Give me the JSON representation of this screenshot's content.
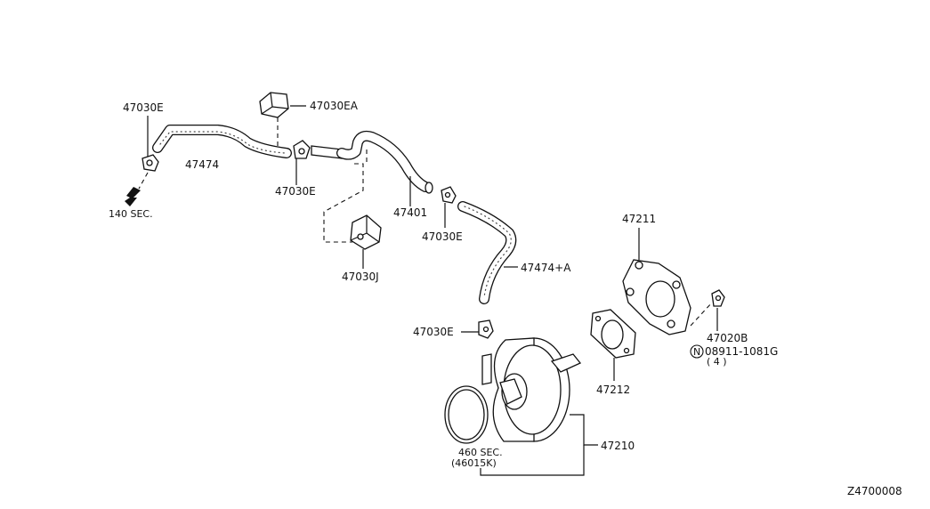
{
  "labels": {
    "clip_e_top": "47030E",
    "hose_47474": "47474",
    "sec140": "140 SEC.",
    "clip_ea": "47030EA",
    "clip_e_mid": "47030E",
    "hose_47401": "47401",
    "clip_e_right": "47030E",
    "connector_j": "47030J",
    "hose_47474a": "47474+A",
    "clip_e_low": "47030E",
    "gasket_47211": "47211",
    "nut_47020b": "47020B",
    "nut_spec_symbol": "N",
    "nut_spec": "08911-1081G",
    "nut_qty": "( 4 )",
    "gasket_47212": "47212",
    "booster_47210": "47210",
    "sec460": "460 SEC.",
    "sec460_ref": "(46015K)",
    "diagram_code": "Z4700008"
  }
}
